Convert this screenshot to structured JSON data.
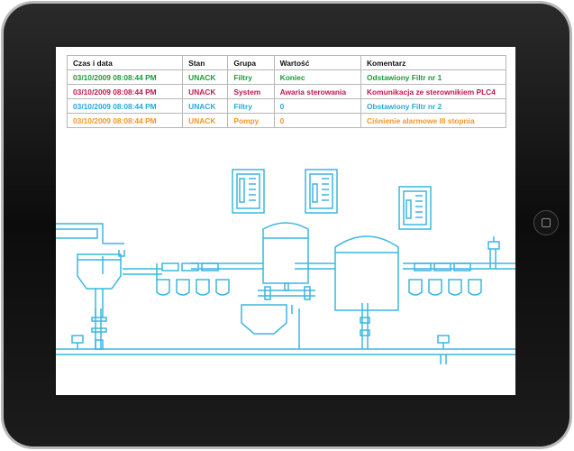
{
  "alarm_table": {
    "headers": [
      "Czas i data",
      "Stan",
      "Grupa",
      "Wartość",
      "Komentarz"
    ],
    "rows": [
      {
        "time": "03/10/2009 08:08:44 PM",
        "state": "UNACK",
        "group": "Filtry",
        "value": "Koniec",
        "comment": "Odstawiony Filtr nr 1",
        "color": "#1e9a3c"
      },
      {
        "time": "03/10/2009 08:08:44 PM",
        "state": "UNACK",
        "group": "System",
        "value": "Awaria sterowania",
        "comment": "Komunikacja ze sterownikiem PLC4",
        "color": "#c2184f"
      },
      {
        "time": "03/10/2009 08:08:44 PM",
        "state": "UNACK",
        "group": "Filtry",
        "value": "0",
        "comment": "Obstawiony Filtr nr 2",
        "color": "#28a8d6"
      },
      {
        "time": "03/10/2009 08:08:44 PM",
        "state": "UNACK",
        "group": "Pompy",
        "value": "0",
        "comment": "Ciśnienie alarmowe III stopnia",
        "color": "#f0962a"
      }
    ]
  },
  "colors": {
    "process_line": "#3db5e0",
    "tablet_frame": "#1a1a1a",
    "screen_background": "#ffffff"
  },
  "icons": {
    "home": "home-button-icon"
  }
}
